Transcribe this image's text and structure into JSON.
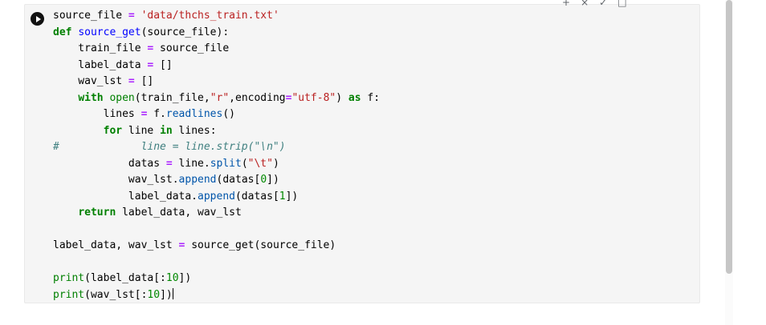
{
  "colors": {
    "cell_background": "#f5f5f5",
    "cell_border": "#e9e9e9",
    "run_button": "#111111",
    "scrollbar_thumb": "#c6c6c6",
    "scrollbar_track": "#fbfbfb"
  },
  "syntax_colors": {
    "plain": "#000000",
    "keyword": "#008000",
    "builtin": "#008000",
    "string": "#BA2121",
    "definition": "#0000FF",
    "property": "#0055AA",
    "operator": "#AA22FF",
    "comment": "#408080",
    "number": "#008800"
  },
  "cell_toolbar": {
    "icons": [
      {
        "name": "add-icon",
        "glyph": "+"
      },
      {
        "name": "close-icon",
        "glyph": "×"
      },
      {
        "name": "check-icon",
        "glyph": "✓"
      },
      {
        "name": "save-icon",
        "glyph": "□"
      }
    ]
  },
  "code": {
    "cursor_line": 17,
    "lines": [
      [
        [
          "source_file ",
          "p"
        ],
        [
          "=",
          "o"
        ],
        [
          " ",
          "p"
        ],
        [
          "'data/thchs_train.txt'",
          "s"
        ]
      ],
      [
        [
          "def",
          "k"
        ],
        [
          " ",
          "p"
        ],
        [
          "source_get",
          "d"
        ],
        [
          "(source_file):",
          "p"
        ]
      ],
      [
        [
          "    train_file ",
          "p"
        ],
        [
          "=",
          "o"
        ],
        [
          " source_file",
          "p"
        ]
      ],
      [
        [
          "    label_data ",
          "p"
        ],
        [
          "=",
          "o"
        ],
        [
          " []",
          "p"
        ]
      ],
      [
        [
          "    wav_lst ",
          "p"
        ],
        [
          "=",
          "o"
        ],
        [
          " []",
          "p"
        ]
      ],
      [
        [
          "    ",
          "p"
        ],
        [
          "with",
          "k"
        ],
        [
          " ",
          "p"
        ],
        [
          "open",
          "b"
        ],
        [
          "(train_file,",
          "p"
        ],
        [
          "\"r\"",
          "s"
        ],
        [
          ",encoding",
          "p"
        ],
        [
          "=",
          "o"
        ],
        [
          "\"utf-8\"",
          "s"
        ],
        [
          ") ",
          "p"
        ],
        [
          "as",
          "k"
        ],
        [
          " f:",
          "p"
        ]
      ],
      [
        [
          "        lines ",
          "p"
        ],
        [
          "=",
          "o"
        ],
        [
          " f.",
          "p"
        ],
        [
          "readlines",
          "m"
        ],
        [
          "()",
          "p"
        ]
      ],
      [
        [
          "        ",
          "p"
        ],
        [
          "for",
          "k"
        ],
        [
          " line ",
          "p"
        ],
        [
          "in",
          "k"
        ],
        [
          " lines:",
          "p"
        ]
      ],
      [
        [
          "#             line = line.strip(\"\\n\")",
          "c"
        ]
      ],
      [
        [
          "            datas ",
          "p"
        ],
        [
          "=",
          "o"
        ],
        [
          " line.",
          "p"
        ],
        [
          "split",
          "m"
        ],
        [
          "(",
          "p"
        ],
        [
          "\"\\t\"",
          "s"
        ],
        [
          ")",
          "p"
        ]
      ],
      [
        [
          "            wav_lst.",
          "p"
        ],
        [
          "append",
          "m"
        ],
        [
          "(datas[",
          "p"
        ],
        [
          "0",
          "n"
        ],
        [
          "])",
          "p"
        ]
      ],
      [
        [
          "            label_data.",
          "p"
        ],
        [
          "append",
          "m"
        ],
        [
          "(datas[",
          "p"
        ],
        [
          "1",
          "n"
        ],
        [
          "])",
          "p"
        ]
      ],
      [
        [
          "    ",
          "p"
        ],
        [
          "return",
          "k"
        ],
        [
          " label_data, wav_lst",
          "p"
        ]
      ],
      [],
      [
        [
          "label_data, wav_lst ",
          "p"
        ],
        [
          "=",
          "o"
        ],
        [
          " source_get(source_file)",
          "p"
        ]
      ],
      [],
      [
        [
          "print",
          "b"
        ],
        [
          "(label_data[:",
          "p"
        ],
        [
          "10",
          "n"
        ],
        [
          "])",
          "p"
        ]
      ],
      [
        [
          "print",
          "b"
        ],
        [
          "(wav_lst[:",
          "p"
        ],
        [
          "10",
          "n"
        ],
        [
          "])",
          "p"
        ]
      ]
    ]
  }
}
